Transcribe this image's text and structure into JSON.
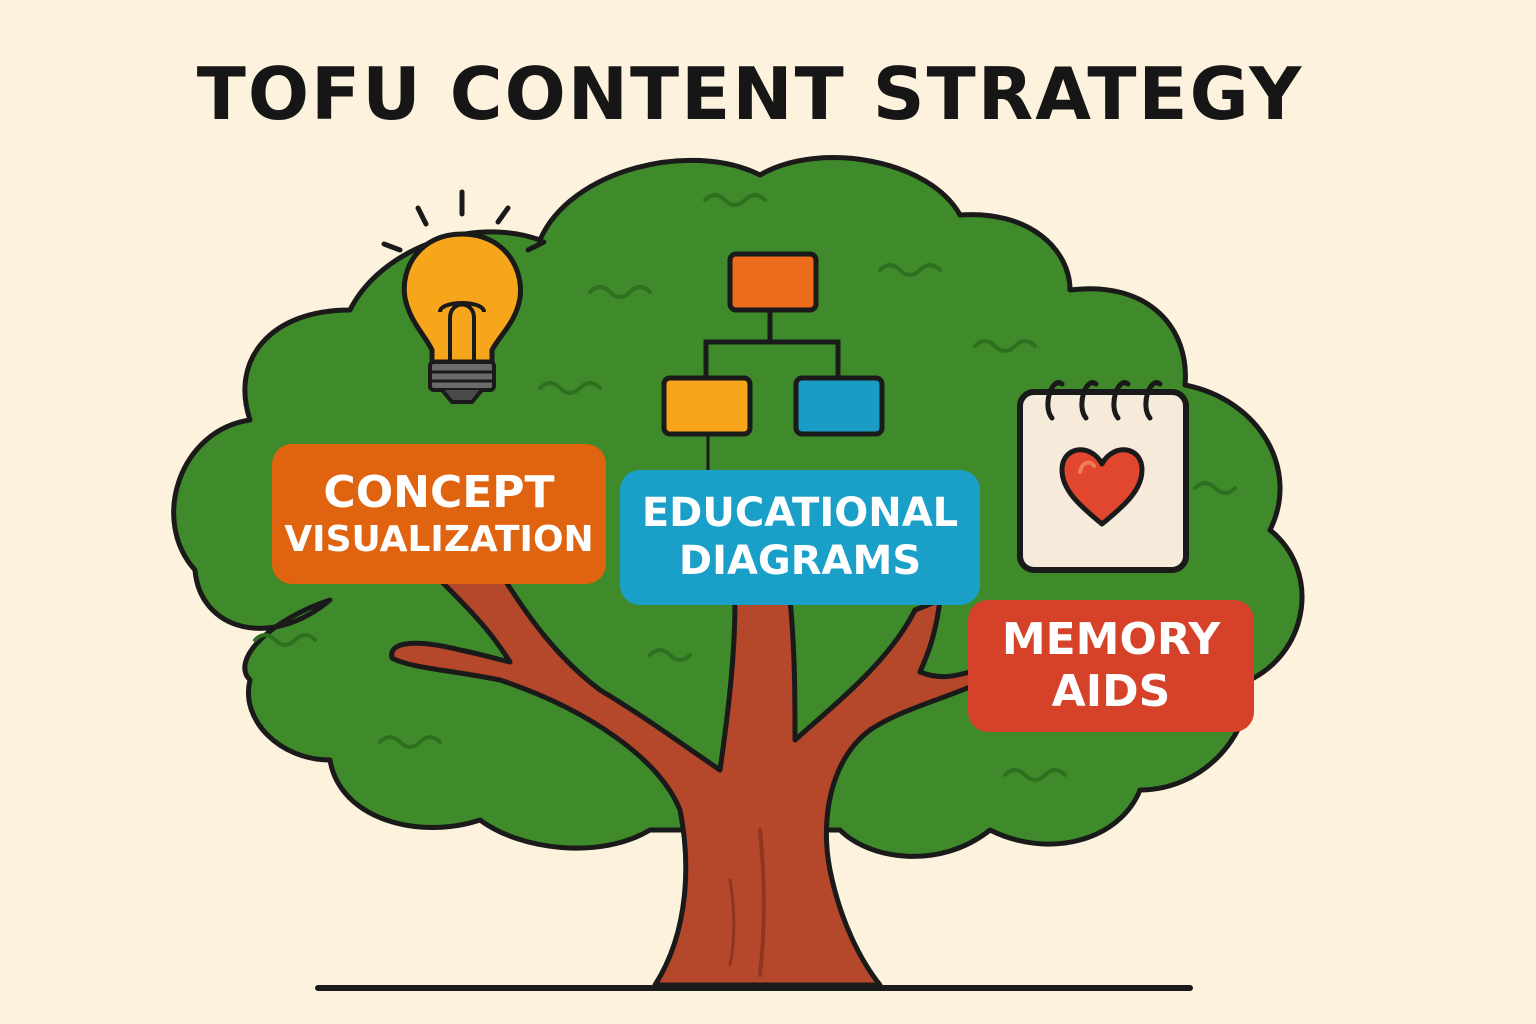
{
  "title": "TOFU CONTENT STRATEGY",
  "branches": [
    {
      "line1": "CONCEPT",
      "line2": "VISUALIZATION",
      "icon": "lightbulb-icon",
      "color": "#e0640f"
    },
    {
      "line1": "EDUCATIONAL",
      "line2": "DIAGRAMS",
      "icon": "org-chart-icon",
      "color": "#1aa0c8"
    },
    {
      "line1": "MEMORY",
      "line2": "AIDS",
      "icon": "calendar-heart-icon",
      "color": "#d6412a"
    }
  ],
  "colors": {
    "background": "#fcf2dd",
    "canopy": "#3f8a2a",
    "trunk": "#b5472b",
    "outline": "#1a1a1a"
  }
}
